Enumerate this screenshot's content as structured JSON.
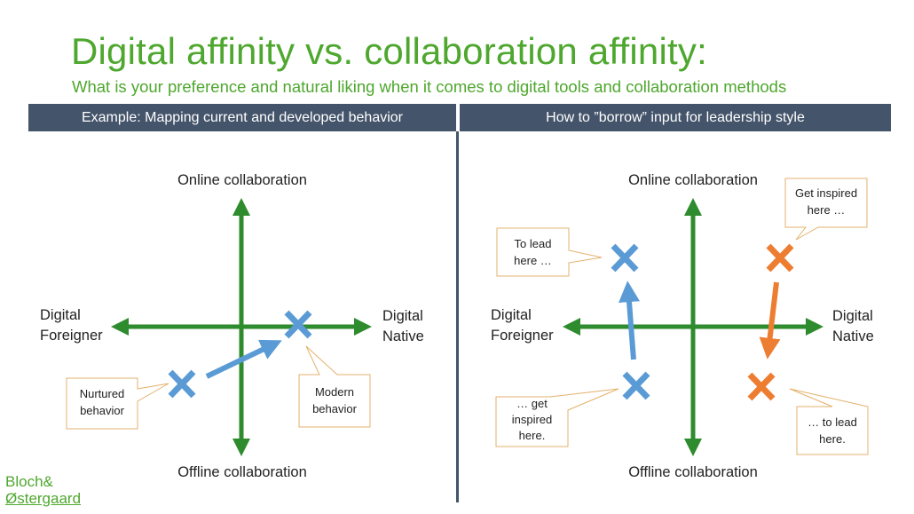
{
  "header": {
    "title": "Digital affinity vs. collaboration affinity:",
    "subtitle": "What is your preference and natural liking when it comes to digital tools and collaboration methods"
  },
  "panels": {
    "left": {
      "heading": "Example: Mapping current and developed behavior",
      "axis_top": "Online collaboration",
      "axis_bottom": "Offline collaboration",
      "axis_left_line1": "Digital",
      "axis_left_line2": "Foreigner",
      "axis_right_line1": "Digital",
      "axis_right_line2": "Native",
      "callout_nurtured_line1": "Nurtured",
      "callout_nurtured_line2": "behavior",
      "callout_modern_line1": "Modern",
      "callout_modern_line2": "behavior"
    },
    "right": {
      "heading": "How to ”borrow” input for leadership style",
      "axis_top": "Online collaboration",
      "axis_bottom": "Offline collaboration",
      "axis_left_line1": "Digital",
      "axis_left_line2": "Foreigner",
      "axis_right_line1": "Digital",
      "axis_right_line2": "Native",
      "callout_tolead_line1": "To lead",
      "callout_tolead_line2": "here …",
      "callout_getinspired_line1": "Get inspired",
      "callout_getinspired_line2": "here …",
      "callout_getinspired2_line1": "… get",
      "callout_getinspired2_line2": "inspired",
      "callout_getinspired2_line3": "here.",
      "callout_tolead2_line1": "… to lead",
      "callout_tolead2_line2": "here."
    }
  },
  "logo": {
    "line1": "Bloch&",
    "line2": "Østergaard"
  },
  "colors": {
    "green": "#4ea72e",
    "axis": "#2e8b2e",
    "blue": "#5b9bd5",
    "orange": "#ed7d31",
    "band": "#44546a",
    "callout_border": "#e3b16c"
  }
}
